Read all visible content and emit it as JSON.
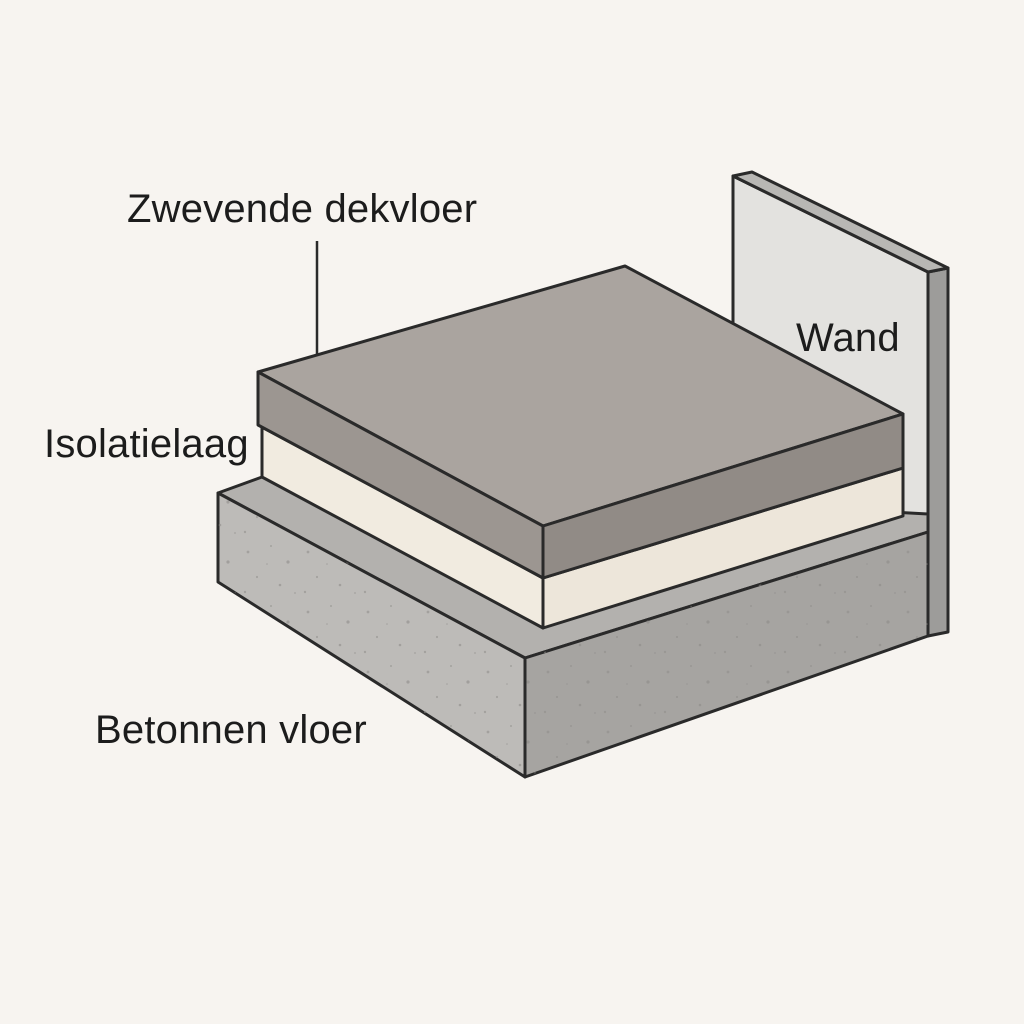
{
  "labels": {
    "screed": "Zwevende dekvloer",
    "wall": "Wand",
    "insulation": "Isolatielaag",
    "concrete": "Betonnen vloer"
  },
  "colors": {
    "background": "#f7f4f0",
    "outline": "#2a2a2a",
    "screed_top": "#aaa49f",
    "screed_front": "#9b9590",
    "screed_side": "#8f8984",
    "insulation": "#f1ebe0",
    "insulation_side": "#e9e2d6",
    "concrete_top": "#b3b1ae",
    "concrete_front": "#bdbbb8",
    "concrete_side": "#a6a4a1",
    "wall_face": "#e3e2df",
    "wall_edge": "#9d9c9a"
  }
}
